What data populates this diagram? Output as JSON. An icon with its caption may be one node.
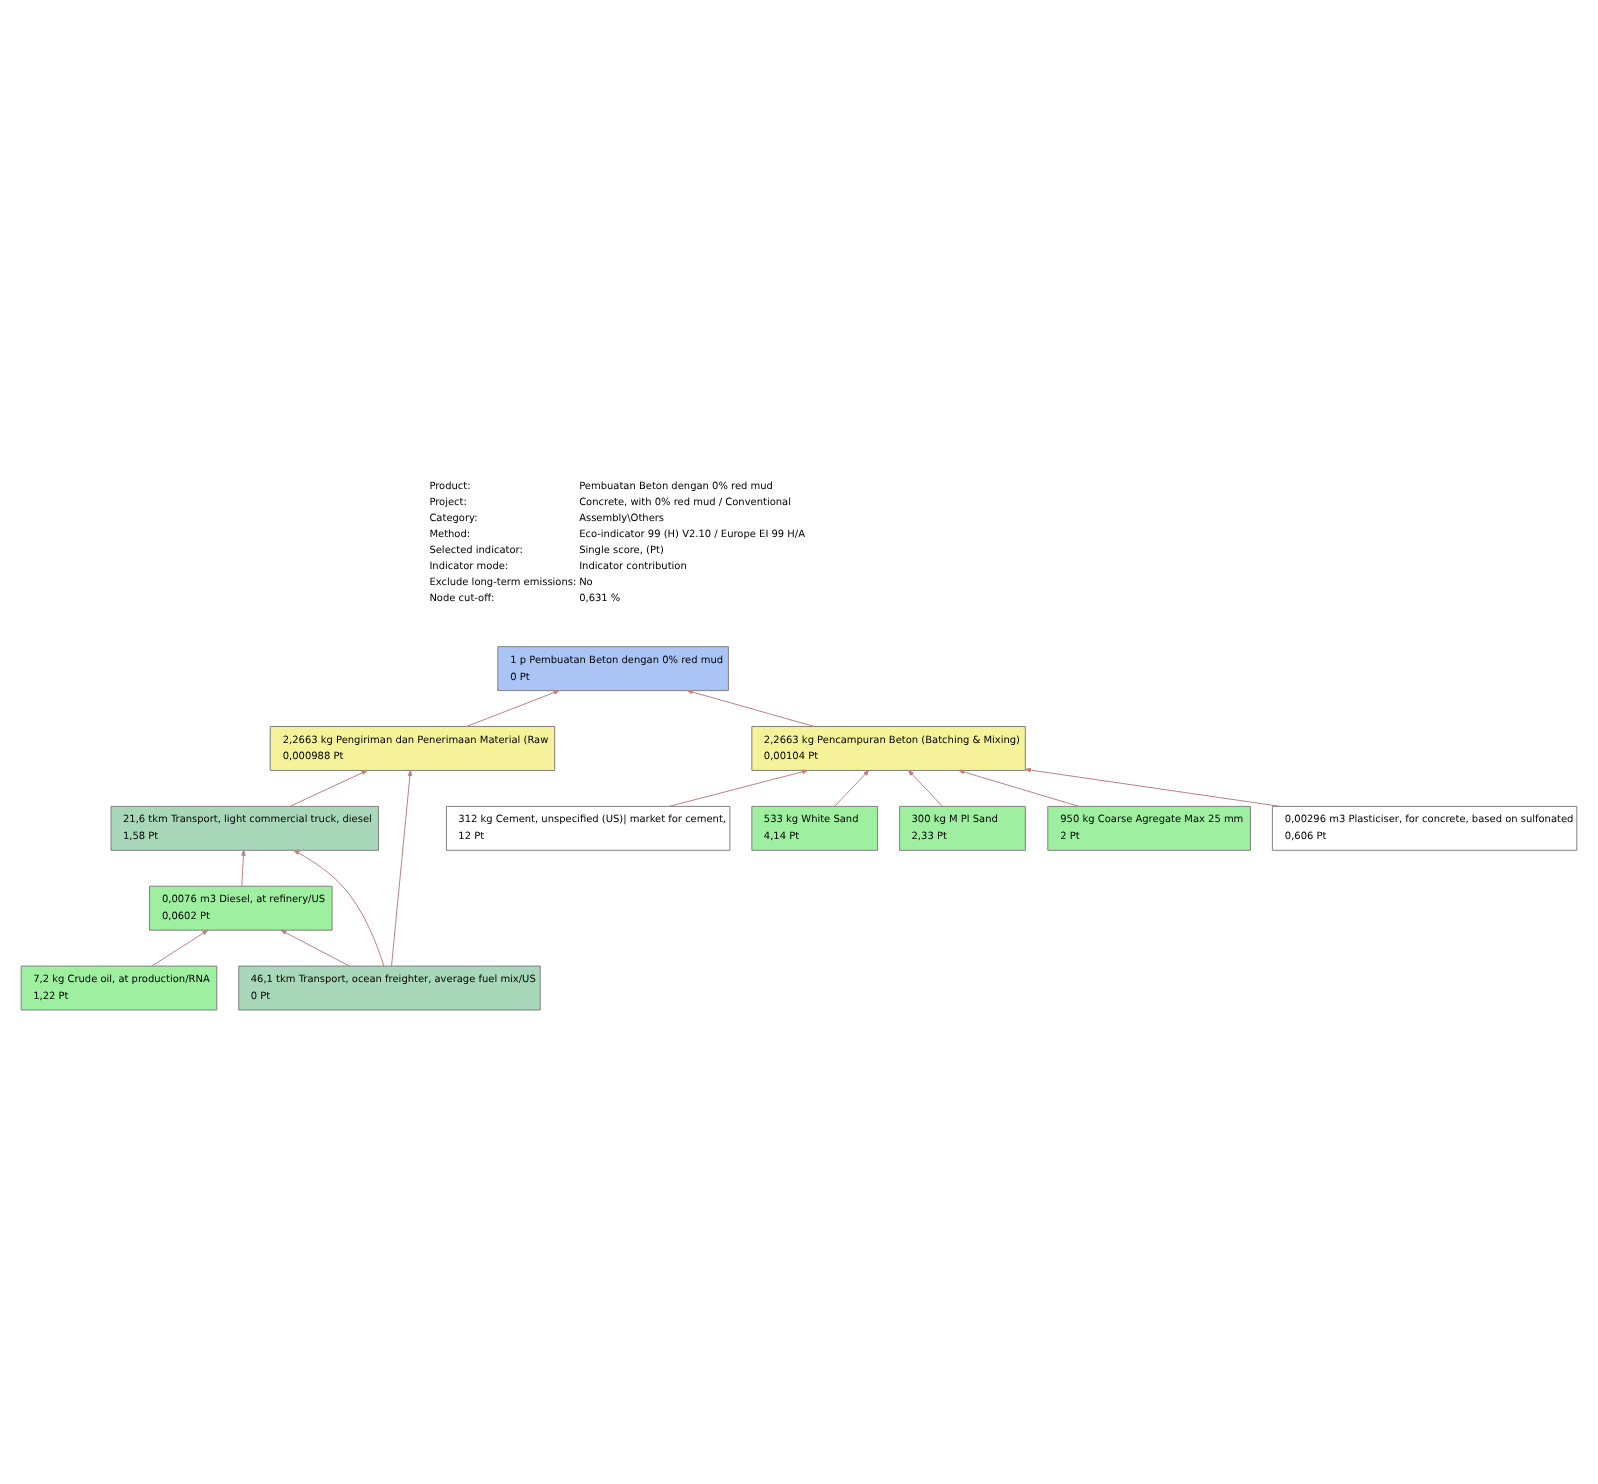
{
  "diagram": {
    "nodes": [
      {
        "text": [
          "1 p Pembuatan Beton dengan 0% red mud",
          "0 Pt"
        ]
      },
      {
        "text": [
          "2,2663 kg Pengiriman dan Penerimaan Material (Raw",
          "0,000988 Pt"
        ]
      },
      {
        "text": [
          "2,2663 kg Pencampuran Beton (Batching & Mixing)",
          "0,00104 Pt"
        ]
      },
      {
        "text": [
          "21,6 tkm Transport, light commercial truck, diesel",
          "1,58 Pt"
        ]
      },
      {
        "text": [
          "312 kg Cement, unspecified (US)| market for cement,",
          "12 Pt"
        ]
      },
      {
        "text": [
          "533 kg White Sand",
          "4,14 Pt"
        ]
      },
      {
        "text": [
          "300 kg M Pl Sand",
          "2,33 Pt"
        ]
      },
      {
        "text": [
          "950 kg Coarse Agregate Max 25 mm",
          "2 Pt"
        ]
      },
      {
        "text": [
          "0,00296 m3 Plasticiser, for concrete, based on sulfonated",
          "0,606 Pt"
        ]
      },
      {
        "text": [
          "0,0076 m3 Diesel, at refinery/US",
          "0,0602 Pt"
        ]
      },
      {
        "text": [
          "7,2 kg Crude oil, at production/RNA",
          "1,22 Pt"
        ]
      },
      {
        "text": [
          "46,1 tkm Transport, ocean freighter, average fuel mix/US",
          "0 Pt"
        ]
      }
    ],
    "edges": [
      {
        "from": 1,
        "to": 0,
        "arrow": "to"
      },
      {
        "from": 2,
        "to": 0,
        "arrow": "to"
      },
      {
        "from": 3,
        "to": 1,
        "arrow": "to"
      },
      {
        "from": 11,
        "to": 1,
        "arrow": "to"
      },
      {
        "from": 4,
        "to": 2,
        "arrow": "to"
      },
      {
        "from": 5,
        "to": 2,
        "arrow": "to"
      },
      {
        "from": 6,
        "to": 2,
        "arrow": "to"
      },
      {
        "from": 7,
        "to": 2,
        "arrow": "to"
      },
      {
        "from": 8,
        "to": 2,
        "arrow": "to"
      },
      {
        "from": 9,
        "to": 3,
        "arrow": "to"
      },
      {
        "from": 11,
        "to": 3,
        "arrow": "to"
      },
      {
        "from": 10,
        "to": 9,
        "arrow": "to"
      },
      {
        "from": 11,
        "to": 9,
        "arrow": "to"
      }
    ],
    "labels": [
      "Product:",
      "Pembuatan Beton dengan 0% red mud",
      "Project:",
      "Concrete, with 0% red mud / Conventional",
      "Category:",
      "Assembly\\Others",
      "Method:",
      "Eco-indicator 99 (H) V2.10 / Europe EI 99 H/A",
      "Selected indicator:",
      "Single score, (Pt)",
      "Indicator mode:",
      "Indicator contribution",
      "Exclude long-term emissions:",
      "No",
      "Node cut-off:",
      "0,631 %"
    ]
  }
}
